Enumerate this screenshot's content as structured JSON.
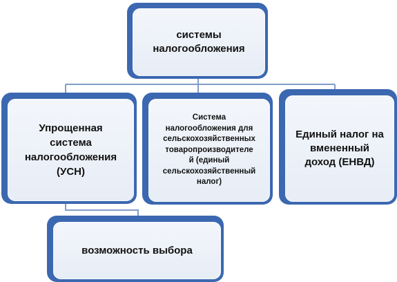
{
  "colors": {
    "box_shadow": "#3b68b0",
    "box_fill": "#eef3fa",
    "connector": "#7f9cc7"
  },
  "diagram": {
    "root": {
      "label": "системы\nналогообложения"
    },
    "children": [
      {
        "label": "Упрощенная\nсистема\nналогообложения\n(УСН)"
      },
      {
        "label": "Система\nналогообложения для\nсельскохозяйственных\nтоваропроизводителе\nй (единый\nсельскохозяйственный\nналог)"
      },
      {
        "label": "Единый налог на\nвмененный\nдоход (ЕНВД)"
      }
    ],
    "note": {
      "label": "возможность выбора"
    }
  }
}
